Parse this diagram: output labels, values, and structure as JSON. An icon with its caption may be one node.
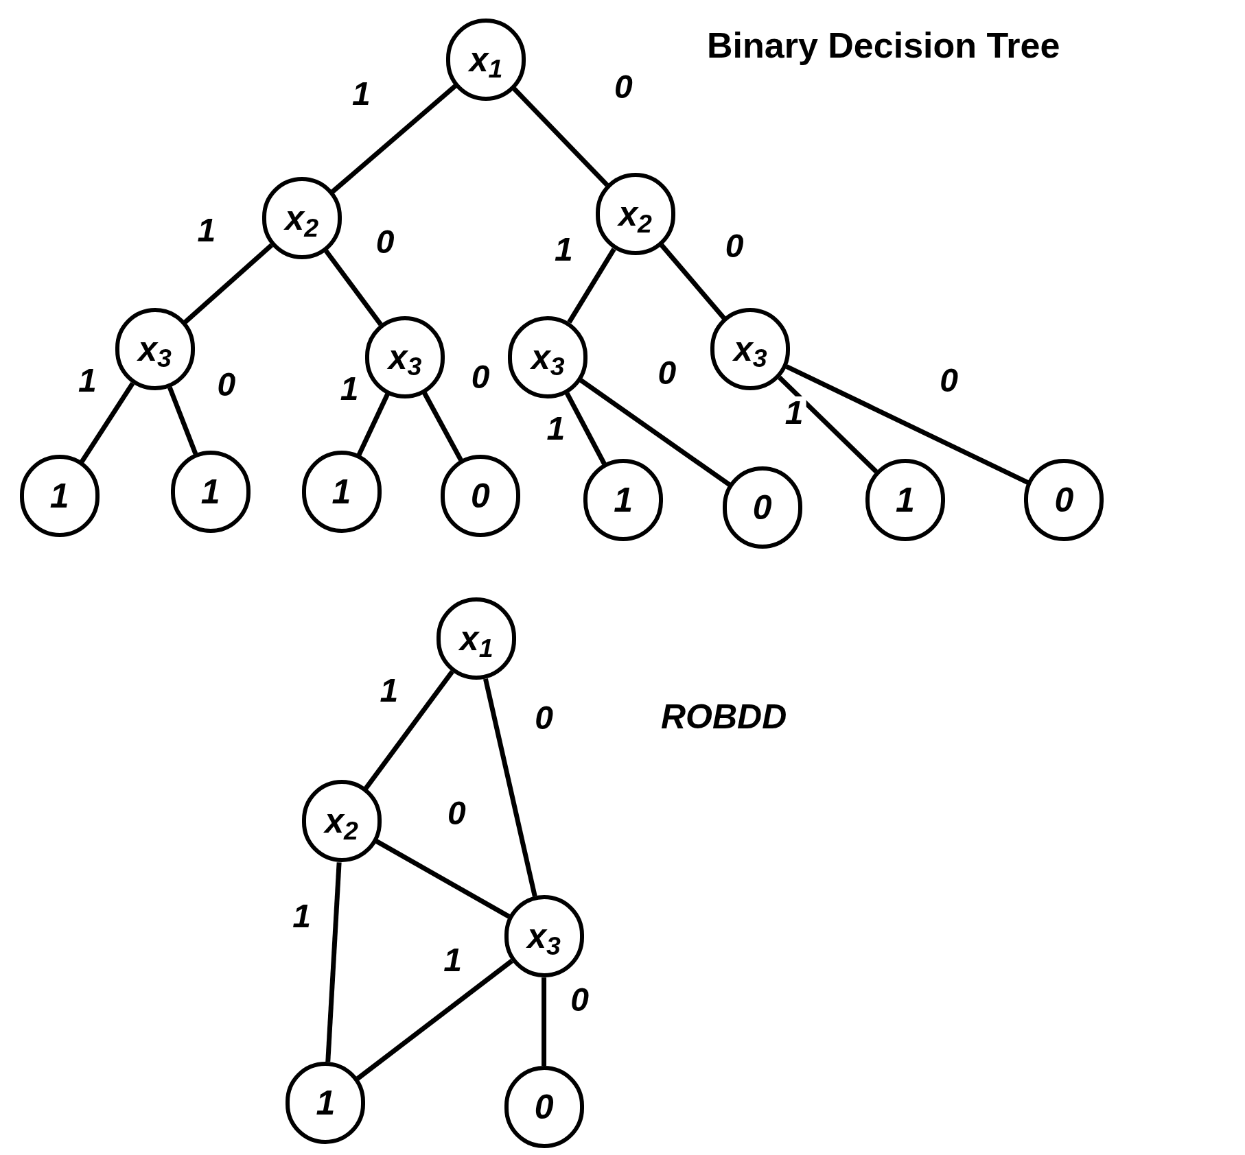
{
  "diagram": {
    "title": "Binary Decision Tree",
    "nodes": [
      {
        "text": [
          "x$_{1}$"
        ]
      },
      {
        "text": [
          "x$_{2}$"
        ]
      },
      {
        "text": [
          "x$_{2}$"
        ]
      },
      {
        "text": [
          "x$_{3}$"
        ]
      },
      {
        "text": [
          "x$_{3}$"
        ]
      },
      {
        "text": [
          "x$_{3}$"
        ]
      },
      {
        "text": [
          "x$_{3}$"
        ]
      },
      {
        "text": [
          "1"
        ]
      },
      {
        "text": [
          "1"
        ]
      },
      {
        "text": [
          "1"
        ]
      },
      {
        "text": [
          "0"
        ]
      },
      {
        "text": [
          "1"
        ]
      },
      {
        "text": [
          "0"
        ]
      },
      {
        "text": [
          "1"
        ]
      },
      {
        "text": [
          "0"
        ]
      },
      {
        "text": [
          "x$_{1}$"
        ]
      },
      {
        "text": [
          "x$_{2}$"
        ]
      },
      {
        "text": [
          "x$_{3}$"
        ]
      },
      {
        "text": [
          "1"
        ]
      },
      {
        "text": [
          "0"
        ]
      }
    ],
    "edges": [
      {
        "from": 0,
        "to": 1,
        "arrow": "none",
        "label": "1"
      },
      {
        "from": 0,
        "to": 2,
        "arrow": "none",
        "label": "0"
      },
      {
        "from": 1,
        "to": 3,
        "arrow": "none",
        "label": "1"
      },
      {
        "from": 1,
        "to": 4,
        "arrow": "none",
        "label": "0"
      },
      {
        "from": 2,
        "to": 5,
        "arrow": "none",
        "label": "1"
      },
      {
        "from": 2,
        "to": 6,
        "arrow": "none",
        "label": "0"
      },
      {
        "from": 3,
        "to": 7,
        "arrow": "none",
        "label": "1"
      },
      {
        "from": 3,
        "to": 8,
        "arrow": "none",
        "label": "0"
      },
      {
        "from": 4,
        "to": 9,
        "arrow": "none",
        "label": "1"
      },
      {
        "from": 4,
        "to": 10,
        "arrow": "none",
        "label": "0"
      },
      {
        "from": 5,
        "to": 11,
        "arrow": "none",
        "label": "1"
      },
      {
        "from": 5,
        "to": 12,
        "arrow": "none",
        "label": "0"
      },
      {
        "from": 6,
        "to": 13,
        "arrow": "none",
        "label": "1"
      },
      {
        "from": 6,
        "to": 14,
        "arrow": "none",
        "label": "0"
      },
      {
        "from": 15,
        "to": 16,
        "arrow": "none",
        "label": "1"
      },
      {
        "from": 15,
        "to": 17,
        "arrow": "none",
        "label": "0"
      },
      {
        "from": 16,
        "to": 17,
        "arrow": "none",
        "label": "0"
      },
      {
        "from": 16,
        "to": 18,
        "arrow": "none",
        "label": "1"
      },
      {
        "from": 17,
        "to": 18,
        "arrow": "none",
        "label": "1"
      },
      {
        "from": 17,
        "to": 19,
        "arrow": "none",
        "label": "0"
      }
    ],
    "labels": [
      "ROBDD"
    ]
  }
}
